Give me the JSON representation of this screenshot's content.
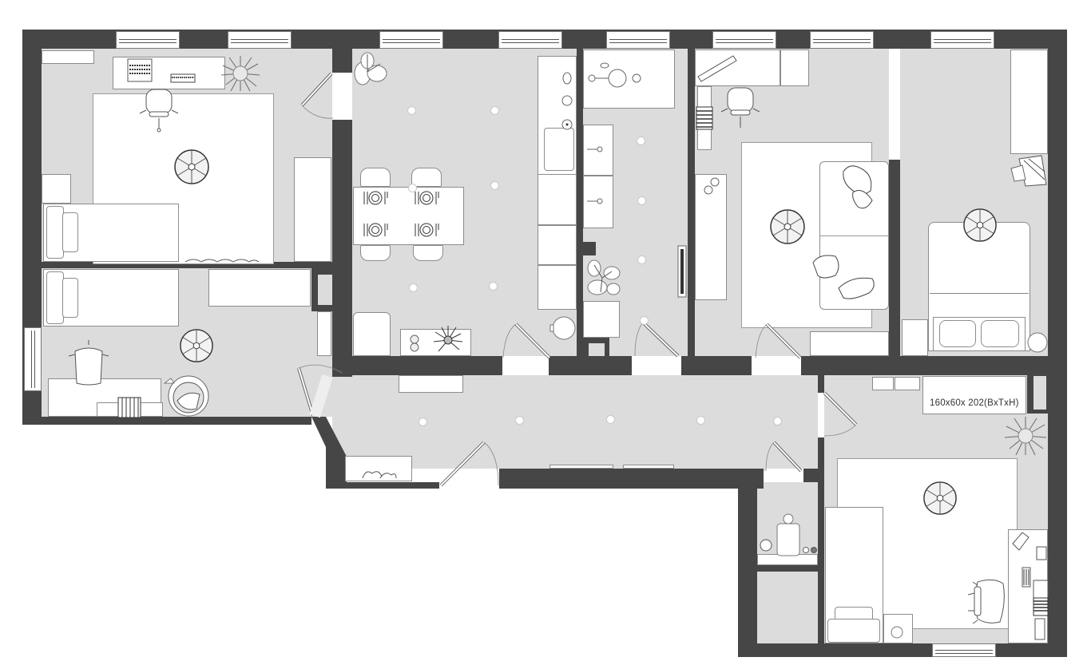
{
  "plan": {
    "type": "apartment-floor-plan",
    "style": "top-down grayscale furniture layout",
    "colors": {
      "wall": "#464646",
      "floor": "#dcdcdc",
      "furniture": "#ffffff",
      "outline": "#8c8c8c"
    },
    "annotations": [
      {
        "id": "wardrobe-dimension",
        "text": "160x60x 202(BxTxH)"
      }
    ],
    "rooms": [
      {
        "id": "bedroom-top-left",
        "contents": [
          "desk",
          "office-chair",
          "bed",
          "wardrobe",
          "plant",
          "rug",
          "ceiling-lamp",
          "nightstand"
        ]
      },
      {
        "id": "bedroom-bottom-left",
        "contents": [
          "bed",
          "desk",
          "chair",
          "armchair",
          "dresser",
          "ceiling-lamp",
          "radiator-window"
        ]
      },
      {
        "id": "kitchen-dining",
        "contents": [
          "dining-table",
          "chairs-4",
          "plates-4",
          "kitchen-counter",
          "sink",
          "hob",
          "plant",
          "sideboard",
          "recessed-lights-6"
        ]
      },
      {
        "id": "bathroom",
        "contents": [
          "bathtub",
          "double-vanity",
          "towel-radiator",
          "plant",
          "washing-machine",
          "recessed-lights-4"
        ]
      },
      {
        "id": "living-room",
        "contents": [
          "desk",
          "office-chair",
          "sofa",
          "cushions",
          "rug",
          "ceiling-lamp",
          "tv-console"
        ]
      },
      {
        "id": "master-bedroom",
        "contents": [
          "double-bed",
          "pillows",
          "wardrobe",
          "ceiling-lamp",
          "nightstand",
          "side-table"
        ]
      },
      {
        "id": "hallway",
        "contents": [
          "shoe-cabinet",
          "bench",
          "recessed-lights-5"
        ]
      },
      {
        "id": "wc",
        "contents": [
          "toilet",
          "basin"
        ]
      },
      {
        "id": "storage",
        "contents": []
      },
      {
        "id": "bedroom-bottom-right",
        "contents": [
          "bed",
          "desk",
          "office-chair",
          "wardrobe-160x60x202",
          "plant",
          "rug",
          "ceiling-lamp",
          "nightstand"
        ]
      }
    ]
  }
}
